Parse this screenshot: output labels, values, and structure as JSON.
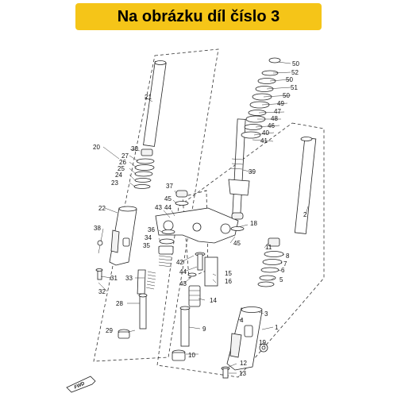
{
  "banner": {
    "text": "Na obrázku díl číslo 3",
    "bg": "#f5c518"
  },
  "fwd_label": "FWD",
  "callouts": [
    {
      "id": "c50a",
      "n": "50"
    },
    {
      "id": "c52",
      "n": "52"
    },
    {
      "id": "c50b",
      "n": "50"
    },
    {
      "id": "c51",
      "n": "51"
    },
    {
      "id": "c50c",
      "n": "50"
    },
    {
      "id": "c49",
      "n": "49"
    },
    {
      "id": "c47",
      "n": "47"
    },
    {
      "id": "c48",
      "n": "48"
    },
    {
      "id": "c46",
      "n": "46"
    },
    {
      "id": "c40",
      "n": "40"
    },
    {
      "id": "c41",
      "n": "41"
    },
    {
      "id": "c21",
      "n": "21"
    },
    {
      "id": "c20",
      "n": "20"
    },
    {
      "id": "c30",
      "n": "30"
    },
    {
      "id": "c27",
      "n": "27"
    },
    {
      "id": "c26",
      "n": "26"
    },
    {
      "id": "c25",
      "n": "25"
    },
    {
      "id": "c24",
      "n": "24"
    },
    {
      "id": "c23",
      "n": "23"
    },
    {
      "id": "c39",
      "n": "39"
    },
    {
      "id": "c2",
      "n": "2"
    },
    {
      "id": "c37",
      "n": "37"
    },
    {
      "id": "c45a",
      "n": "45"
    },
    {
      "id": "c43a",
      "n": "43"
    },
    {
      "id": "c44a",
      "n": "44"
    },
    {
      "id": "c22",
      "n": "22"
    },
    {
      "id": "c38",
      "n": "38"
    },
    {
      "id": "c18",
      "n": "18"
    },
    {
      "id": "c36",
      "n": "36"
    },
    {
      "id": "c34",
      "n": "34"
    },
    {
      "id": "c35",
      "n": "35"
    },
    {
      "id": "c45b",
      "n": "45"
    },
    {
      "id": "c11",
      "n": "11"
    },
    {
      "id": "c8",
      "n": "8"
    },
    {
      "id": "c7",
      "n": "7"
    },
    {
      "id": "c42",
      "n": "42"
    },
    {
      "id": "c44b",
      "n": "44"
    },
    {
      "id": "c15",
      "n": "15"
    },
    {
      "id": "c16",
      "n": "16"
    },
    {
      "id": "c6",
      "n": "6"
    },
    {
      "id": "c31",
      "n": "31"
    },
    {
      "id": "c33",
      "n": "33"
    },
    {
      "id": "c43b",
      "n": "43"
    },
    {
      "id": "c5",
      "n": "5"
    },
    {
      "id": "c32",
      "n": "32"
    },
    {
      "id": "c14",
      "n": "14"
    },
    {
      "id": "c28",
      "n": "28"
    },
    {
      "id": "c3",
      "n": "3"
    },
    {
      "id": "c4",
      "n": "4"
    },
    {
      "id": "c9",
      "n": "9"
    },
    {
      "id": "c1",
      "n": "1"
    },
    {
      "id": "c29",
      "n": "29"
    },
    {
      "id": "c19",
      "n": "19"
    },
    {
      "id": "c10",
      "n": "10"
    },
    {
      "id": "c12",
      "n": "12"
    },
    {
      "id": "c13",
      "n": "13"
    }
  ]
}
